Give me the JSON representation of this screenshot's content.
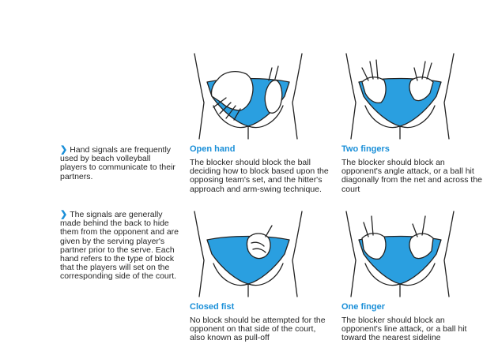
{
  "intro": [
    "Hand signals are frequently used by beach volleyball players to communicate to their partners.",
    "The signals are generally made behind the back to hide them from the opponent and are given by the serving player's partner prior to the serve. Each hand refers to the type of block that the players will set on the corresponding side of the court."
  ],
  "bullet_icon": "chevron-right-icon",
  "colors": {
    "accent": "#1a8fd8",
    "shorts": "#2a9fe0",
    "text": "#262626"
  },
  "signals": [
    {
      "title": "Open hand",
      "description": "The blocker should block the ball deciding how to block based upon the opposing team's set, and the hitter's approach and arm-swing technique."
    },
    {
      "title": "Two fingers",
      "description": "The blocker should block an opponent's angle attack, or a ball hit diagonally from the net and across the court"
    },
    {
      "title": "Closed fist",
      "description": "No block should be attempted for the opponent on that side of the court, also known as pull-off"
    },
    {
      "title": "One finger",
      "description": "The blocker should block an opponent's line attack, or a ball hit toward the nearest sideline"
    }
  ]
}
